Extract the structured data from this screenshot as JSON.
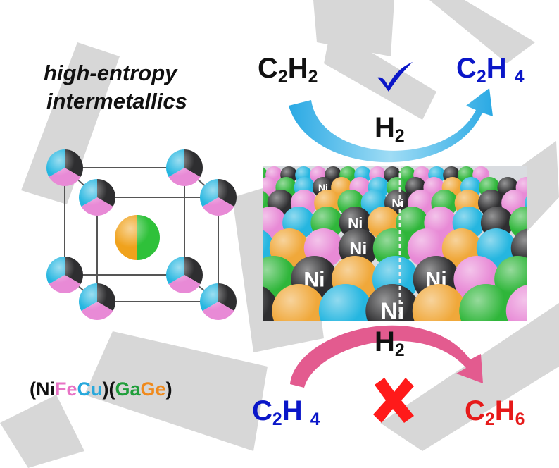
{
  "title": {
    "line1": "high-entropy",
    "line2": "intermetallics"
  },
  "reaction_top": {
    "reactant": {
      "base": "C",
      "sub1": "2",
      "mid": "H",
      "sub2": "2"
    },
    "product": {
      "base": "C",
      "sub1": "2",
      "mid": "H",
      "sub2": "4"
    },
    "gas": {
      "base": "H",
      "sub": "2"
    },
    "mark": "check-mark-icon",
    "color": "#0a16c8",
    "arrow_color": "#2fb2e6"
  },
  "reaction_bottom": {
    "reactant": {
      "base": "C",
      "sub1": "2",
      "mid": "H",
      "sub2": "4"
    },
    "product": {
      "base": "C",
      "sub1": "2",
      "mid": "H",
      "sub2": "6"
    },
    "gas": {
      "base": "H",
      "sub": "2"
    },
    "mark": "cross-mark-icon",
    "reactant_color": "#0a16c8",
    "product_color": "#e61a1a",
    "arrow_color": "#e8588d"
  },
  "formula": {
    "parts": [
      {
        "text": "(Ni",
        "color": "#111111"
      },
      {
        "text": "Fe",
        "color": "#e873c5"
      },
      {
        "text": "Cu",
        "color": "#27a8dc"
      },
      {
        "text": ")(",
        "color": "#111111"
      },
      {
        "text": "Ga",
        "color": "#1f9e3a"
      },
      {
        "text": "Ge",
        "color": "#f08a1c"
      },
      {
        "text": ")",
        "color": "#111111"
      }
    ]
  },
  "surface": {
    "atom_label": "Ni"
  },
  "colors": {
    "ni": "#2e2e30",
    "fe": "#e88ad6",
    "cu": "#25b6e0",
    "ga": "#2fb63a",
    "ge": "#f0a83a"
  }
}
